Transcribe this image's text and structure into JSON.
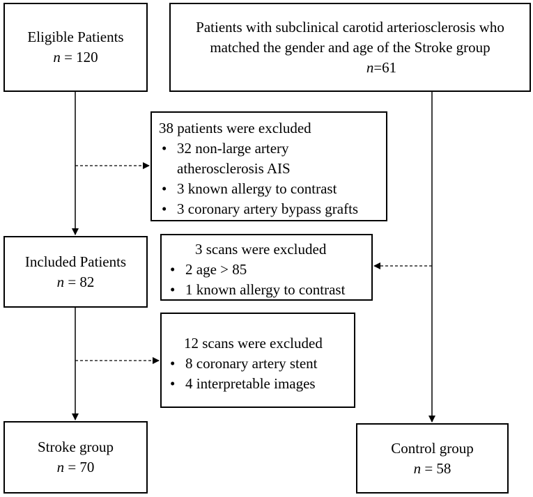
{
  "eligible": {
    "title": "Eligible Patients",
    "n_symbol": "n",
    "n_value": "= 120"
  },
  "subclinical": {
    "line1": "Patients with subclinical carotid arteriosclerosis who",
    "line2": "matched the gender and age of the Stroke group",
    "n_symbol": "n",
    "n_value": "=61"
  },
  "exclusion1": {
    "title": "38 patients were excluded",
    "items": [
      [
        "32 non-large artery",
        "atherosclerosis AIS"
      ],
      [
        "3 known allergy to contrast"
      ],
      [
        "3 coronary artery bypass grafts"
      ]
    ]
  },
  "included": {
    "title": "Included Patients",
    "n_symbol": "n",
    "n_value": "= 82"
  },
  "exclusion2": {
    "title": "3 scans were excluded",
    "items": [
      "2 age > 85",
      "1 known allergy to contrast"
    ]
  },
  "exclusion3": {
    "title": "12 scans were excluded",
    "items": [
      "8 coronary artery stent",
      "4 interpretable images"
    ]
  },
  "stroke": {
    "title": "Stroke group",
    "n_symbol": "n",
    "n_value": "= 70"
  },
  "control": {
    "title": "Control group",
    "n_symbol": "n",
    "n_value": "= 58"
  }
}
